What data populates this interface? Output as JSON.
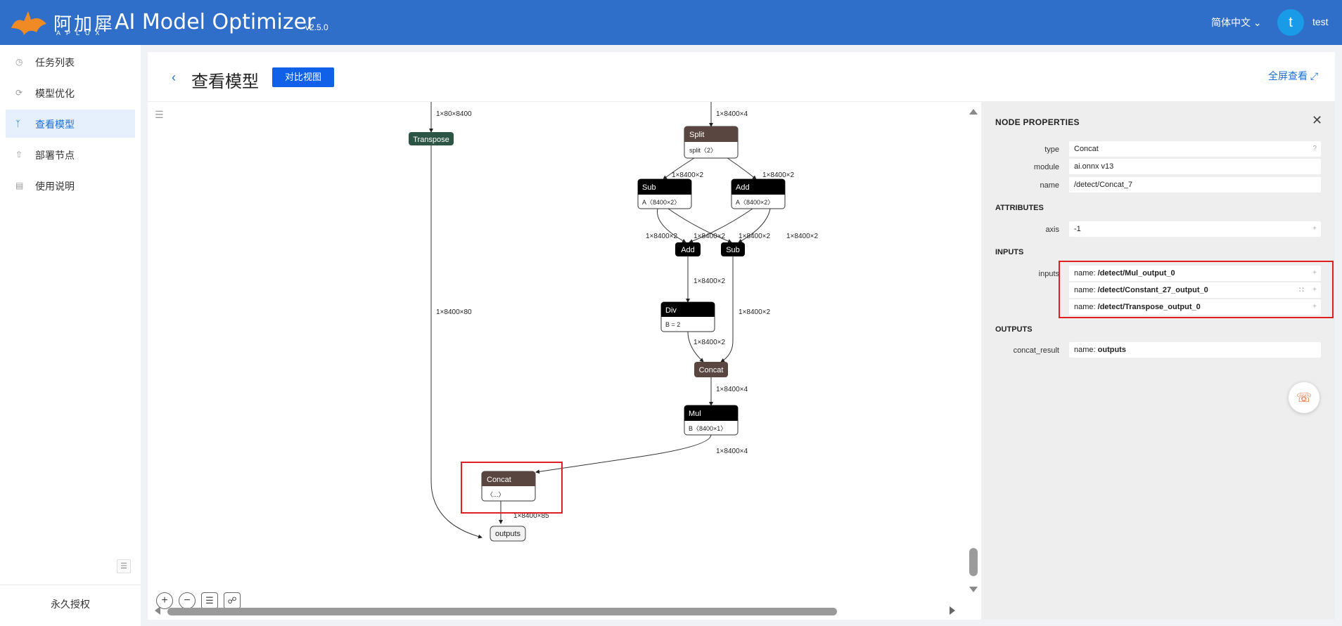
{
  "header": {
    "logo_cn": "阿加犀",
    "logo_en": "APLUX",
    "title": "AI Model Optimizer",
    "version": "v2.5.0",
    "language": "简体中文",
    "avatar_letter": "t",
    "username": "test"
  },
  "sidebar": {
    "items": [
      {
        "label": "任务列表",
        "icon": "history-icon"
      },
      {
        "label": "模型优化",
        "icon": "optimize-icon"
      },
      {
        "label": "查看模型",
        "icon": "branch-icon"
      },
      {
        "label": "部署节点",
        "icon": "deploy-icon"
      },
      {
        "label": "使用说明",
        "icon": "doc-icon"
      }
    ],
    "active_index": 2,
    "footer": "永久授权"
  },
  "page": {
    "title": "查看模型",
    "compare_button": "对比视图",
    "fullscreen": "全屏查看"
  },
  "graph": {
    "nodes": {
      "transpose": "Transpose",
      "split": "Split",
      "split_attr": "split〈2〉",
      "sub1": "Sub",
      "sub1_attr": "A〈8400×2〉",
      "add1": "Add",
      "add1_attr": "A〈8400×2〉",
      "add2": "Add",
      "sub2": "Sub",
      "div": "Div",
      "div_attr": "B = 2",
      "concat1": "Concat",
      "mul": "Mul",
      "mul_attr": "B〈8400×1〉",
      "concat2": "Concat",
      "concat2_attr": "〈...〉",
      "outputs": "outputs"
    },
    "edge_labels": {
      "e1": "1×80×8400",
      "e2": "1×8400×4",
      "e3": "1×8400×2",
      "e4": "1×8400×2",
      "e5": "1×8400×2",
      "e6": "1×8400×2",
      "e7": "1×8400×2",
      "e8": "1×8400×2",
      "e9": "1×8400×2",
      "e10": "1×8400×80",
      "e11": "1×8400×2",
      "e12": "1×8400×2",
      "e13": "1×8400×4",
      "e14": "1×8400×4",
      "e15": "1×8400×85"
    }
  },
  "properties": {
    "title": "NODE PROPERTIES",
    "type_label": "type",
    "type_value": "Concat",
    "type_hint": "?",
    "module_label": "module",
    "module_value": "ai.onnx v13",
    "name_label": "name",
    "name_value": "/detect/Concat_7",
    "attributes_header": "ATTRIBUTES",
    "axis_label": "axis",
    "axis_value": "-1",
    "inputs_header": "INPUTS",
    "inputs_label": "inputs",
    "name_prefix": "name:",
    "inputs": [
      "/detect/Mul_output_0",
      "/detect/Constant_27_output_0",
      "/detect/Transpose_output_0"
    ],
    "outputs_header": "OUTPUTS",
    "output_label": "concat_result",
    "output_value": "outputs"
  },
  "colors": {
    "header": "#2f6fc9",
    "accent": "#1060e8",
    "highlight": "#e02020"
  }
}
